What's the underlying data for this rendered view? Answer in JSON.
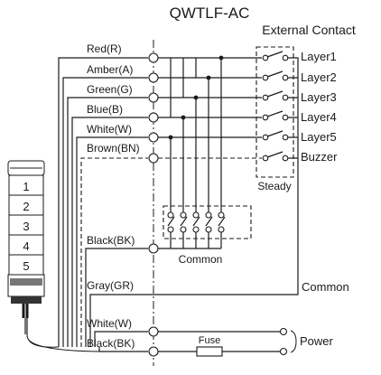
{
  "title": "QWTLF-AC",
  "external_contact_label": "External Contact",
  "wires": [
    {
      "label": "Red(R)",
      "output": "Layer1"
    },
    {
      "label": "Amber(A)",
      "output": "Layer2"
    },
    {
      "label": "Green(G)",
      "output": "Layer3"
    },
    {
      "label": "Blue(B)",
      "output": "Layer4"
    },
    {
      "label": "White(W)",
      "output": "Layer5"
    },
    {
      "label": "Brown(BN)",
      "output": "Buzzer"
    }
  ],
  "steady_label": "Steady",
  "black_label": "Black(BK)",
  "common_switch_label": "Common",
  "gray_label": "Gray(GR)",
  "gray_common_label": "Common",
  "power_white_label": "White(W)",
  "power_black_label": "Black(BK)",
  "fuse_label": "Fuse",
  "power_label": "Power",
  "tower_layers": [
    "1",
    "2",
    "3",
    "4",
    "5"
  ]
}
